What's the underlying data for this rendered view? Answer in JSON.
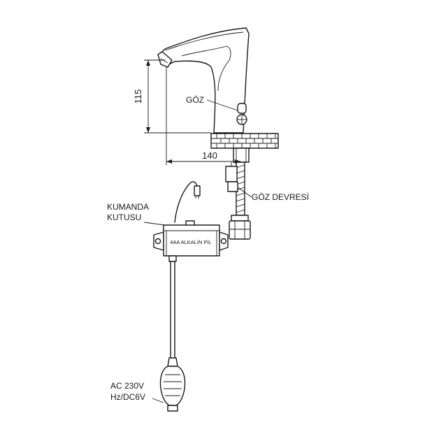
{
  "labels": {
    "dim_height": "115",
    "dim_width": "140",
    "sensor": "GÖZ",
    "sensor_circuit": "GÖZ DEVRESİ",
    "control_box_line1": "KUMANDA",
    "control_box_line2": "KUTUSU",
    "battery": "4AA ALKALİN PİL",
    "power_line1": "AC 230V",
    "power_line2": "Hz/DC6V"
  },
  "colors": {
    "line": "#1a1a1a",
    "background": "#ffffff"
  }
}
